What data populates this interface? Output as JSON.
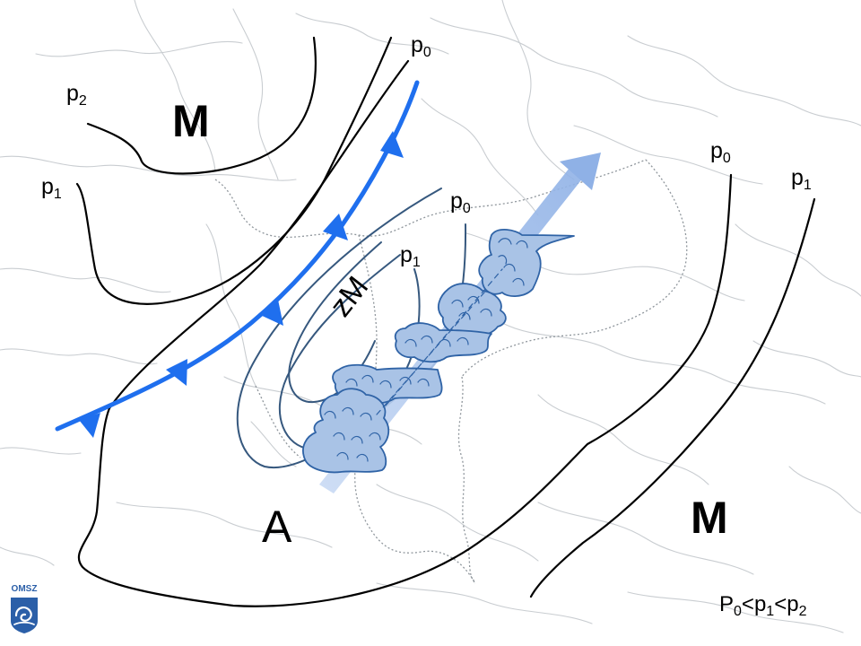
{
  "pressure_labels": {
    "p0_top": {
      "base": "p",
      "sub": "0"
    },
    "p2_left": {
      "base": "p",
      "sub": "2"
    },
    "p1_left": {
      "base": "p",
      "sub": "1"
    },
    "p0_center": {
      "base": "p",
      "sub": "0"
    },
    "p1_center": {
      "base": "p",
      "sub": "1"
    },
    "p0_right": {
      "base": "p",
      "sub": "0"
    },
    "p1_right": {
      "base": "p",
      "sub": "1"
    }
  },
  "centers": {
    "high_top": "M",
    "high_right": "M",
    "low_main": "A",
    "low_small": "zM"
  },
  "legend": {
    "p0": {
      "base": "P",
      "sub": "0"
    },
    "lt1": "<",
    "p1": {
      "base": "p",
      "sub": "1"
    },
    "lt2": "<",
    "p2": {
      "base": "p",
      "sub": "2"
    }
  },
  "logo": {
    "text": "OMSZ"
  },
  "colors": {
    "cold_front": "#1f6fee",
    "isobar": "#000000",
    "low_isobar": "#36587e",
    "cloud_fill": "#a9c3e6",
    "cloud_outline": "#2f63a6",
    "convergence_arrow": "#9dbbe8",
    "rivers": "#c9cdd1"
  }
}
